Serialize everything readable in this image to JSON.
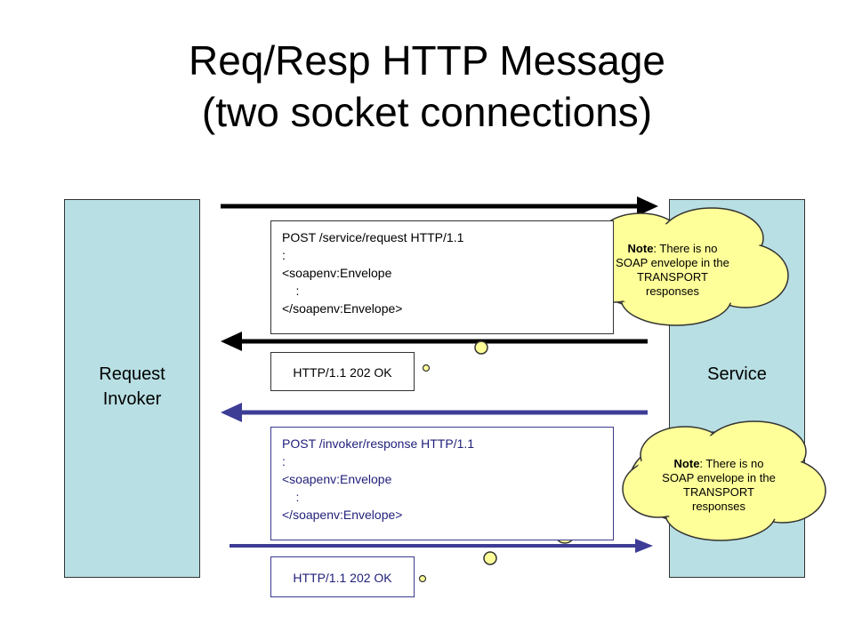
{
  "title": {
    "line1": "Req/Resp HTTP Message",
    "line2": "(two socket connections)"
  },
  "lanes": {
    "left": "Request\nInvoker",
    "right": "Service"
  },
  "messages": {
    "request": {
      "lines": [
        "POST /service/request HTTP/1.1",
        ":",
        "<soapenv:Envelope",
        "    :",
        "</soapenv:Envelope>"
      ]
    },
    "request_ack": "HTTP/1.1  202 OK",
    "response": {
      "lines": [
        "POST /invoker/response HTTP/1.1",
        ":",
        "<soapenv:Envelope",
        "    :",
        "</soapenv:Envelope>"
      ]
    },
    "response_ack": "HTTP/1.1  202 OK"
  },
  "notes": [
    {
      "bold": "Note",
      "text": ": There is no SOAP envelope in the TRANSPORT responses"
    },
    {
      "bold": "Note",
      "text": ": There is no SOAP envelope in the TRANSPORT responses"
    }
  ],
  "colors": {
    "lane_fill": "#b8dfe3",
    "black_arrow": "#000000",
    "blue_arrow": "#3d3d96",
    "cloud_fill": "#ffff99"
  }
}
